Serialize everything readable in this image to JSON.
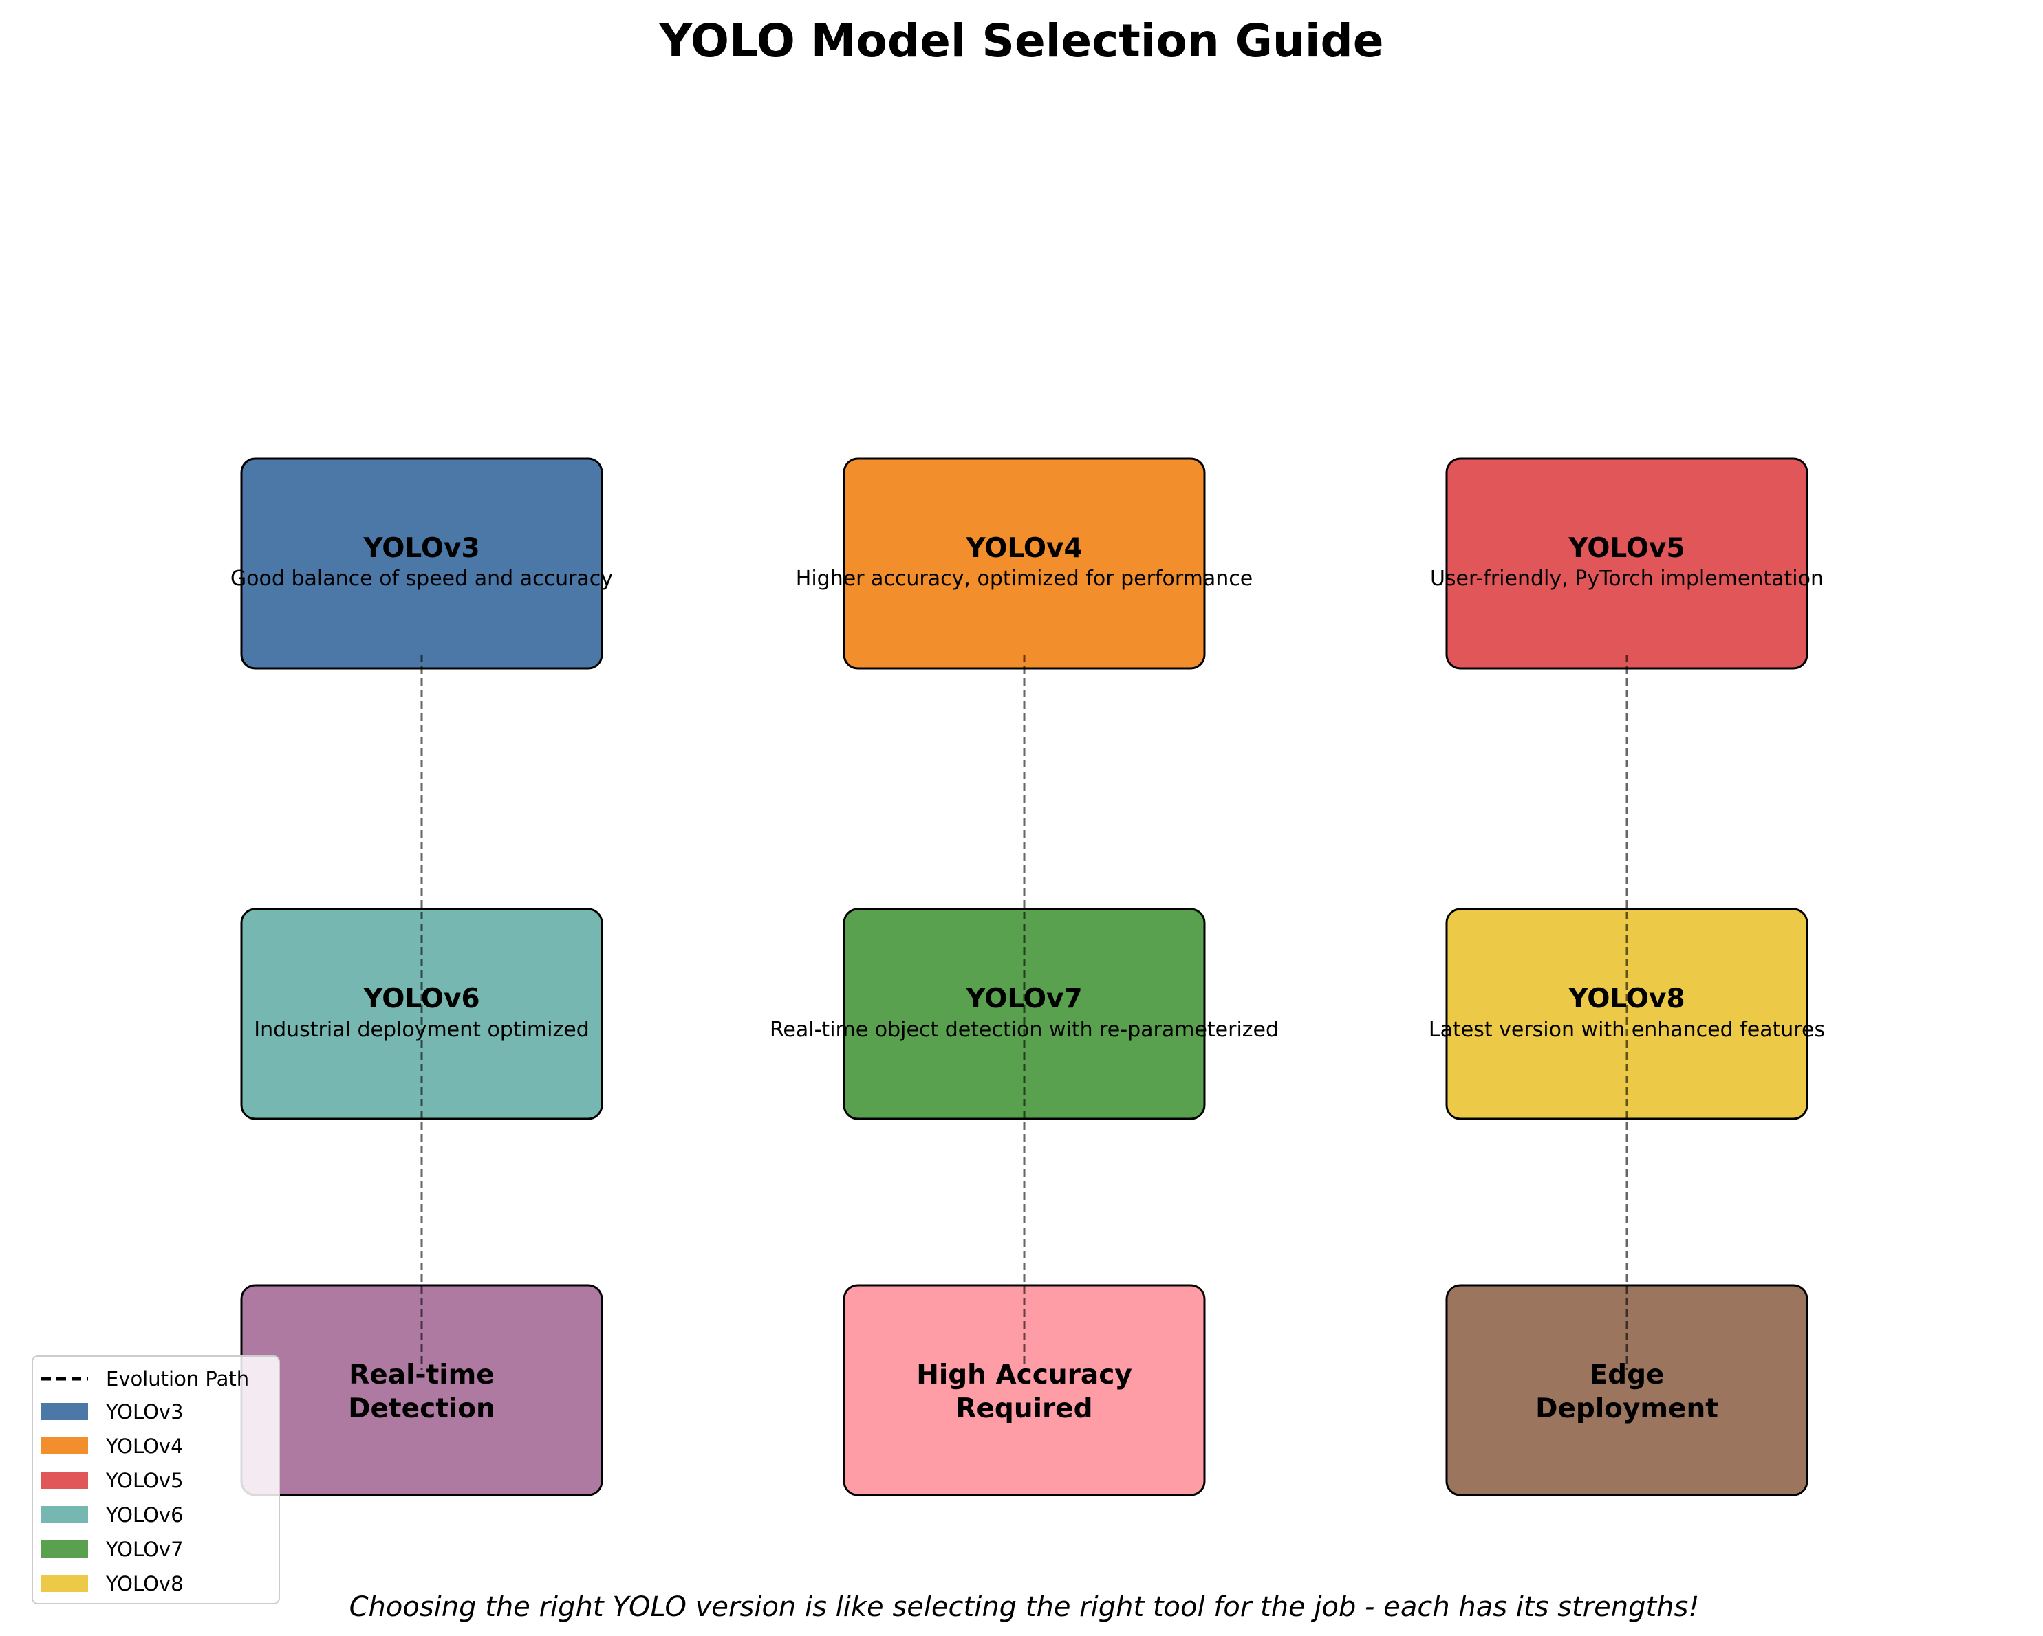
{
  "title": "YOLO Model Selection Guide",
  "models": [
    {
      "name": "YOLOv3",
      "desc": "Good balance of speed and accuracy",
      "color": "#4C78A8"
    },
    {
      "name": "YOLOv4",
      "desc": "Higher accuracy, optimized for performance",
      "color": "#F28E2B"
    },
    {
      "name": "YOLOv5",
      "desc": "User-friendly, PyTorch implementation",
      "color": "#E15759"
    },
    {
      "name": "YOLOv6",
      "desc": "Industrial deployment optimized",
      "color": "#76B7B2"
    },
    {
      "name": "YOLOv7",
      "desc": "Real-time object detection with re-parameterized",
      "color": "#59A14F"
    },
    {
      "name": "YOLOv8",
      "desc": "Latest version with enhanced features",
      "color": "#EDC948"
    }
  ],
  "use_cases": [
    {
      "line1": "Real-time",
      "line2": "Detection",
      "color": "#AF7AA1"
    },
    {
      "line1": "High Accuracy",
      "line2": "Required",
      "color": "#FF9DA7"
    },
    {
      "line1": "Edge",
      "line2": "Deployment",
      "color": "#9C755F"
    }
  ],
  "legend": {
    "evolution_label": "Evolution Path",
    "entries": [
      "YOLOv3",
      "YOLOv4",
      "YOLOv5",
      "YOLOv6",
      "YOLOv7",
      "YOLOv8"
    ]
  },
  "caption": "Choosing the right YOLO version is like selecting the right tool for the job - each has its strengths!"
}
